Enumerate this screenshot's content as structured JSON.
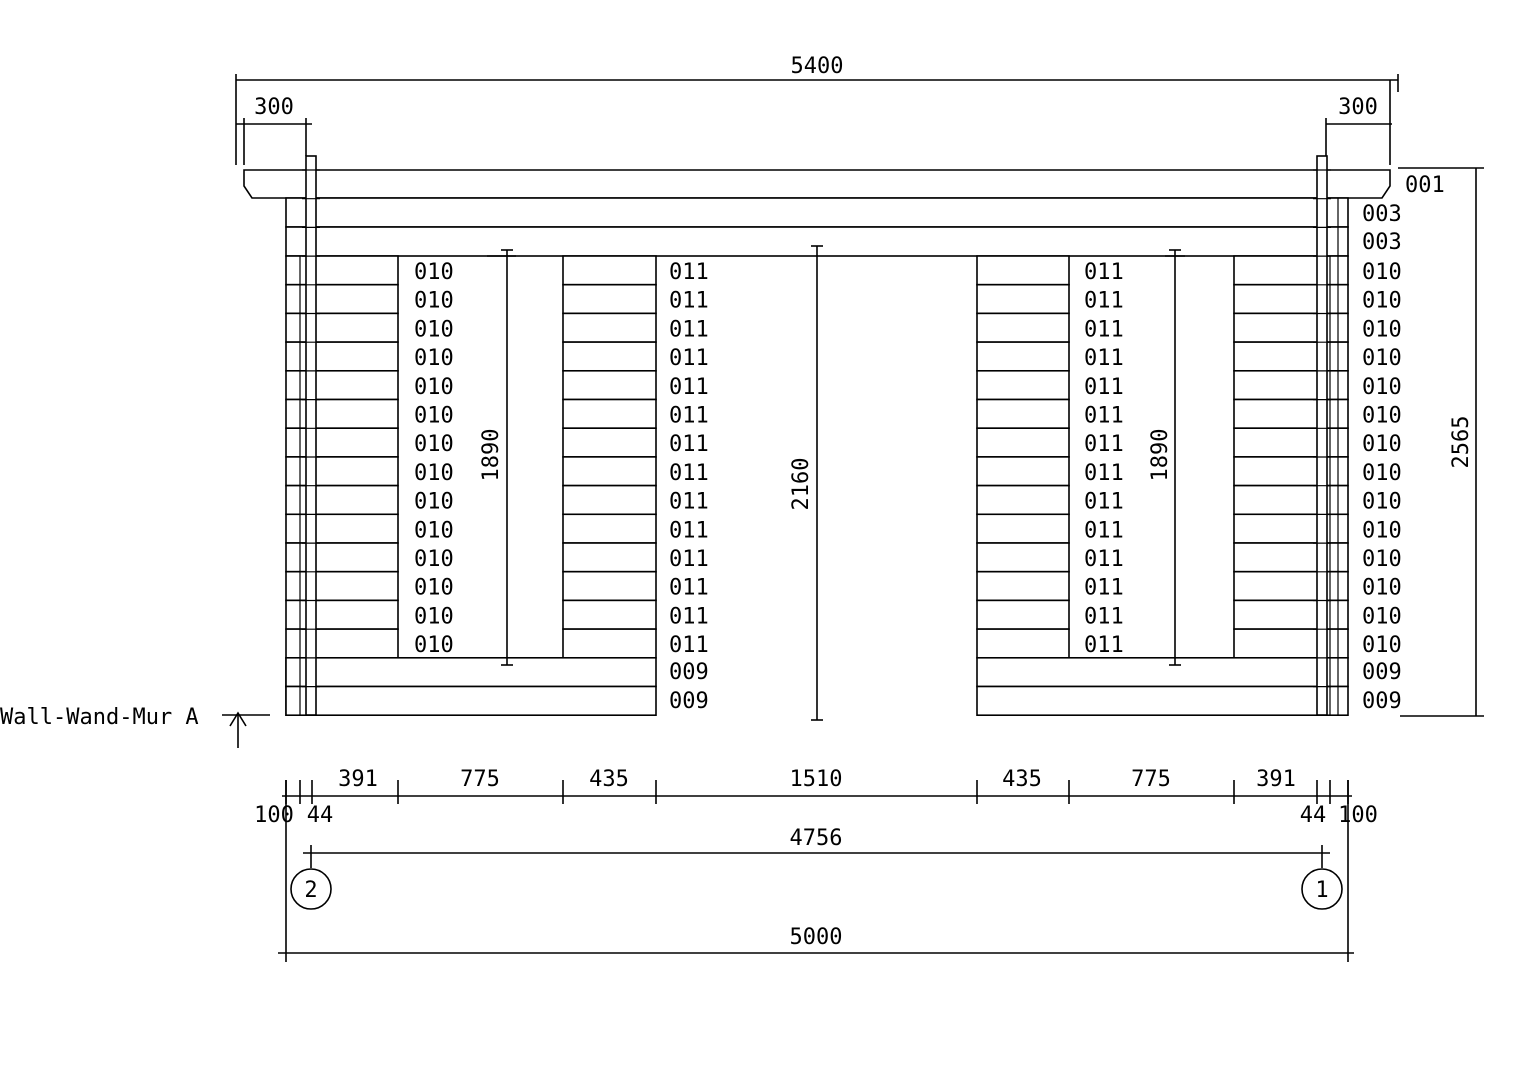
{
  "title_label": "Wall-Wand-Mur A",
  "dimensions": {
    "overall_roof": "5400",
    "overhang_left": "300",
    "overhang_right": "300",
    "height_total": "2565",
    "window_left_height": "1890",
    "door_height": "2160",
    "window_right_height": "1890",
    "bottom_segments": [
      "391",
      "775",
      "435",
      "1510",
      "435",
      "775",
      "391"
    ],
    "edge_left_100": "100",
    "edge_left_44": "44",
    "edge_right_44": "44",
    "edge_right_100": "100",
    "axis_span": "4756",
    "overall_wall": "5000"
  },
  "axis_markers": {
    "left": "2",
    "right": "1"
  },
  "part_labels": {
    "roof": "001",
    "top_right": [
      "003",
      "003"
    ],
    "right_column": [
      "010",
      "010",
      "010",
      "010",
      "010",
      "010",
      "010",
      "010",
      "010",
      "010",
      "010",
      "010",
      "010",
      "010"
    ],
    "right_base": [
      "009",
      "009"
    ],
    "left_window": [
      "010",
      "010",
      "010",
      "010",
      "010",
      "010",
      "010",
      "010",
      "010",
      "010",
      "010",
      "010",
      "010",
      "010"
    ],
    "center_left": [
      "011",
      "011",
      "011",
      "011",
      "011",
      "011",
      "011",
      "011",
      "011",
      "011",
      "011",
      "011",
      "011",
      "011"
    ],
    "center_left_base": [
      "009",
      "009"
    ],
    "center_right": [
      "011",
      "011",
      "011",
      "011",
      "011",
      "011",
      "011",
      "011",
      "011",
      "011",
      "011",
      "011",
      "011",
      "011"
    ]
  }
}
